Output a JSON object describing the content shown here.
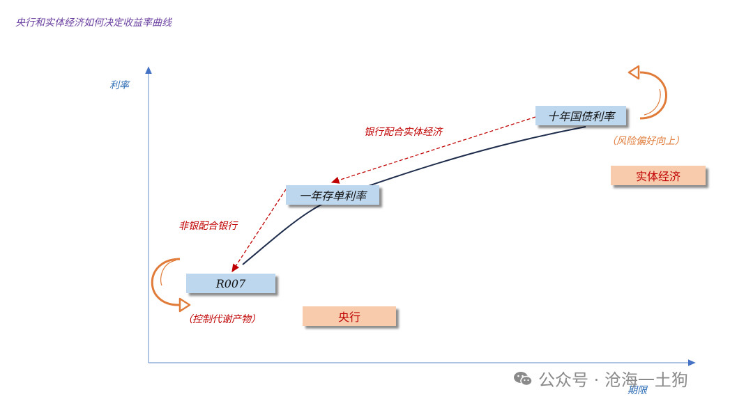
{
  "title": "央行和实体经济如何决定收益率曲线",
  "axes": {
    "y_label": "利率",
    "x_label": "期限"
  },
  "boxes": {
    "r007": "R007",
    "one_year_cd": "一年存单利率",
    "ten_year_bond": "十年国债利率",
    "central_bank": "央行",
    "real_economy": "实体经济"
  },
  "notes": {
    "bank_real_economy": "银行配合实体经济",
    "nonbank_bank": "非银配合银行",
    "control_metabolism": "（控制代谢产物）",
    "risk_preference": "（风险偏好向上）"
  },
  "watermark": {
    "text": "公众号 · 沧海一土狗",
    "icon": "wechat-icon"
  },
  "colors": {
    "title": "#6a3fa0",
    "axis": "#2e6db5",
    "curve": "#1f2d4d",
    "dashed_arrow": "#c00000",
    "cycle_arrow": "#e07b39",
    "blue_box": "#bdd7ee",
    "peach_box": "#f8cbad"
  }
}
